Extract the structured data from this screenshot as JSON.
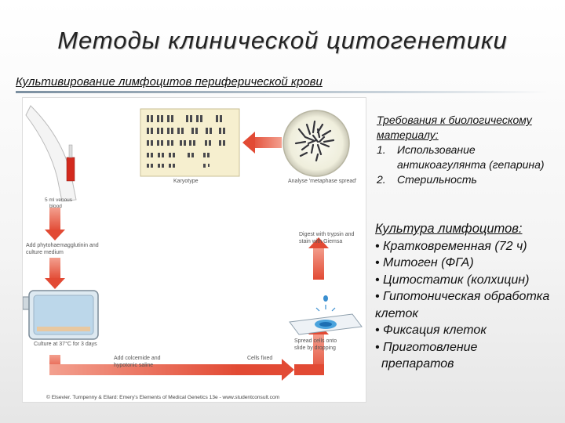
{
  "slide": {
    "title": "Методы клинической цитогенетики",
    "subtitle": "Культивирование лимфоцитов периферической крови"
  },
  "figure": {
    "labels": {
      "blood": "5 ml venous blood",
      "phyto": "Add phytohaemagglutinin and culture medium",
      "culture": "Culture at 37°C for 3 days",
      "colcemid": "Add colcemide and hypotonic saline",
      "fixed": "Cells fixed",
      "spread": "Spread cells onto slide by dropping",
      "digest": "Digest with trypsin and stain with Giemsa",
      "analyse": "Analyse 'metaphase spread'",
      "karyotype": "Karyotype"
    },
    "caption": "© Elsevier. Turnpenny & Ellard: Emery's Elements of Medical Genetics 13e - www.studentconsult.com",
    "colors": {
      "arrow": "#e8614a",
      "arrow_dark": "#d94330",
      "panel": "#f6efcf"
    }
  },
  "requirements": {
    "heading": "Требования к биологическому материалу:",
    "items": [
      {
        "num": "1.",
        "text": "Использование антикоагулянта (гепарина)"
      },
      {
        "num": "2.",
        "text": "Стерильность"
      }
    ]
  },
  "culture": {
    "heading": "Культура лимфоцитов:",
    "items": [
      "• Кратковременная (72 ч)",
      "• Митоген (ФГА)",
      "• Цитостатик (колхицин)",
      "• Гипотоническая обработка клеток",
      "• Фиксация клеток",
      "• Приготовление",
      "препаратов"
    ]
  }
}
